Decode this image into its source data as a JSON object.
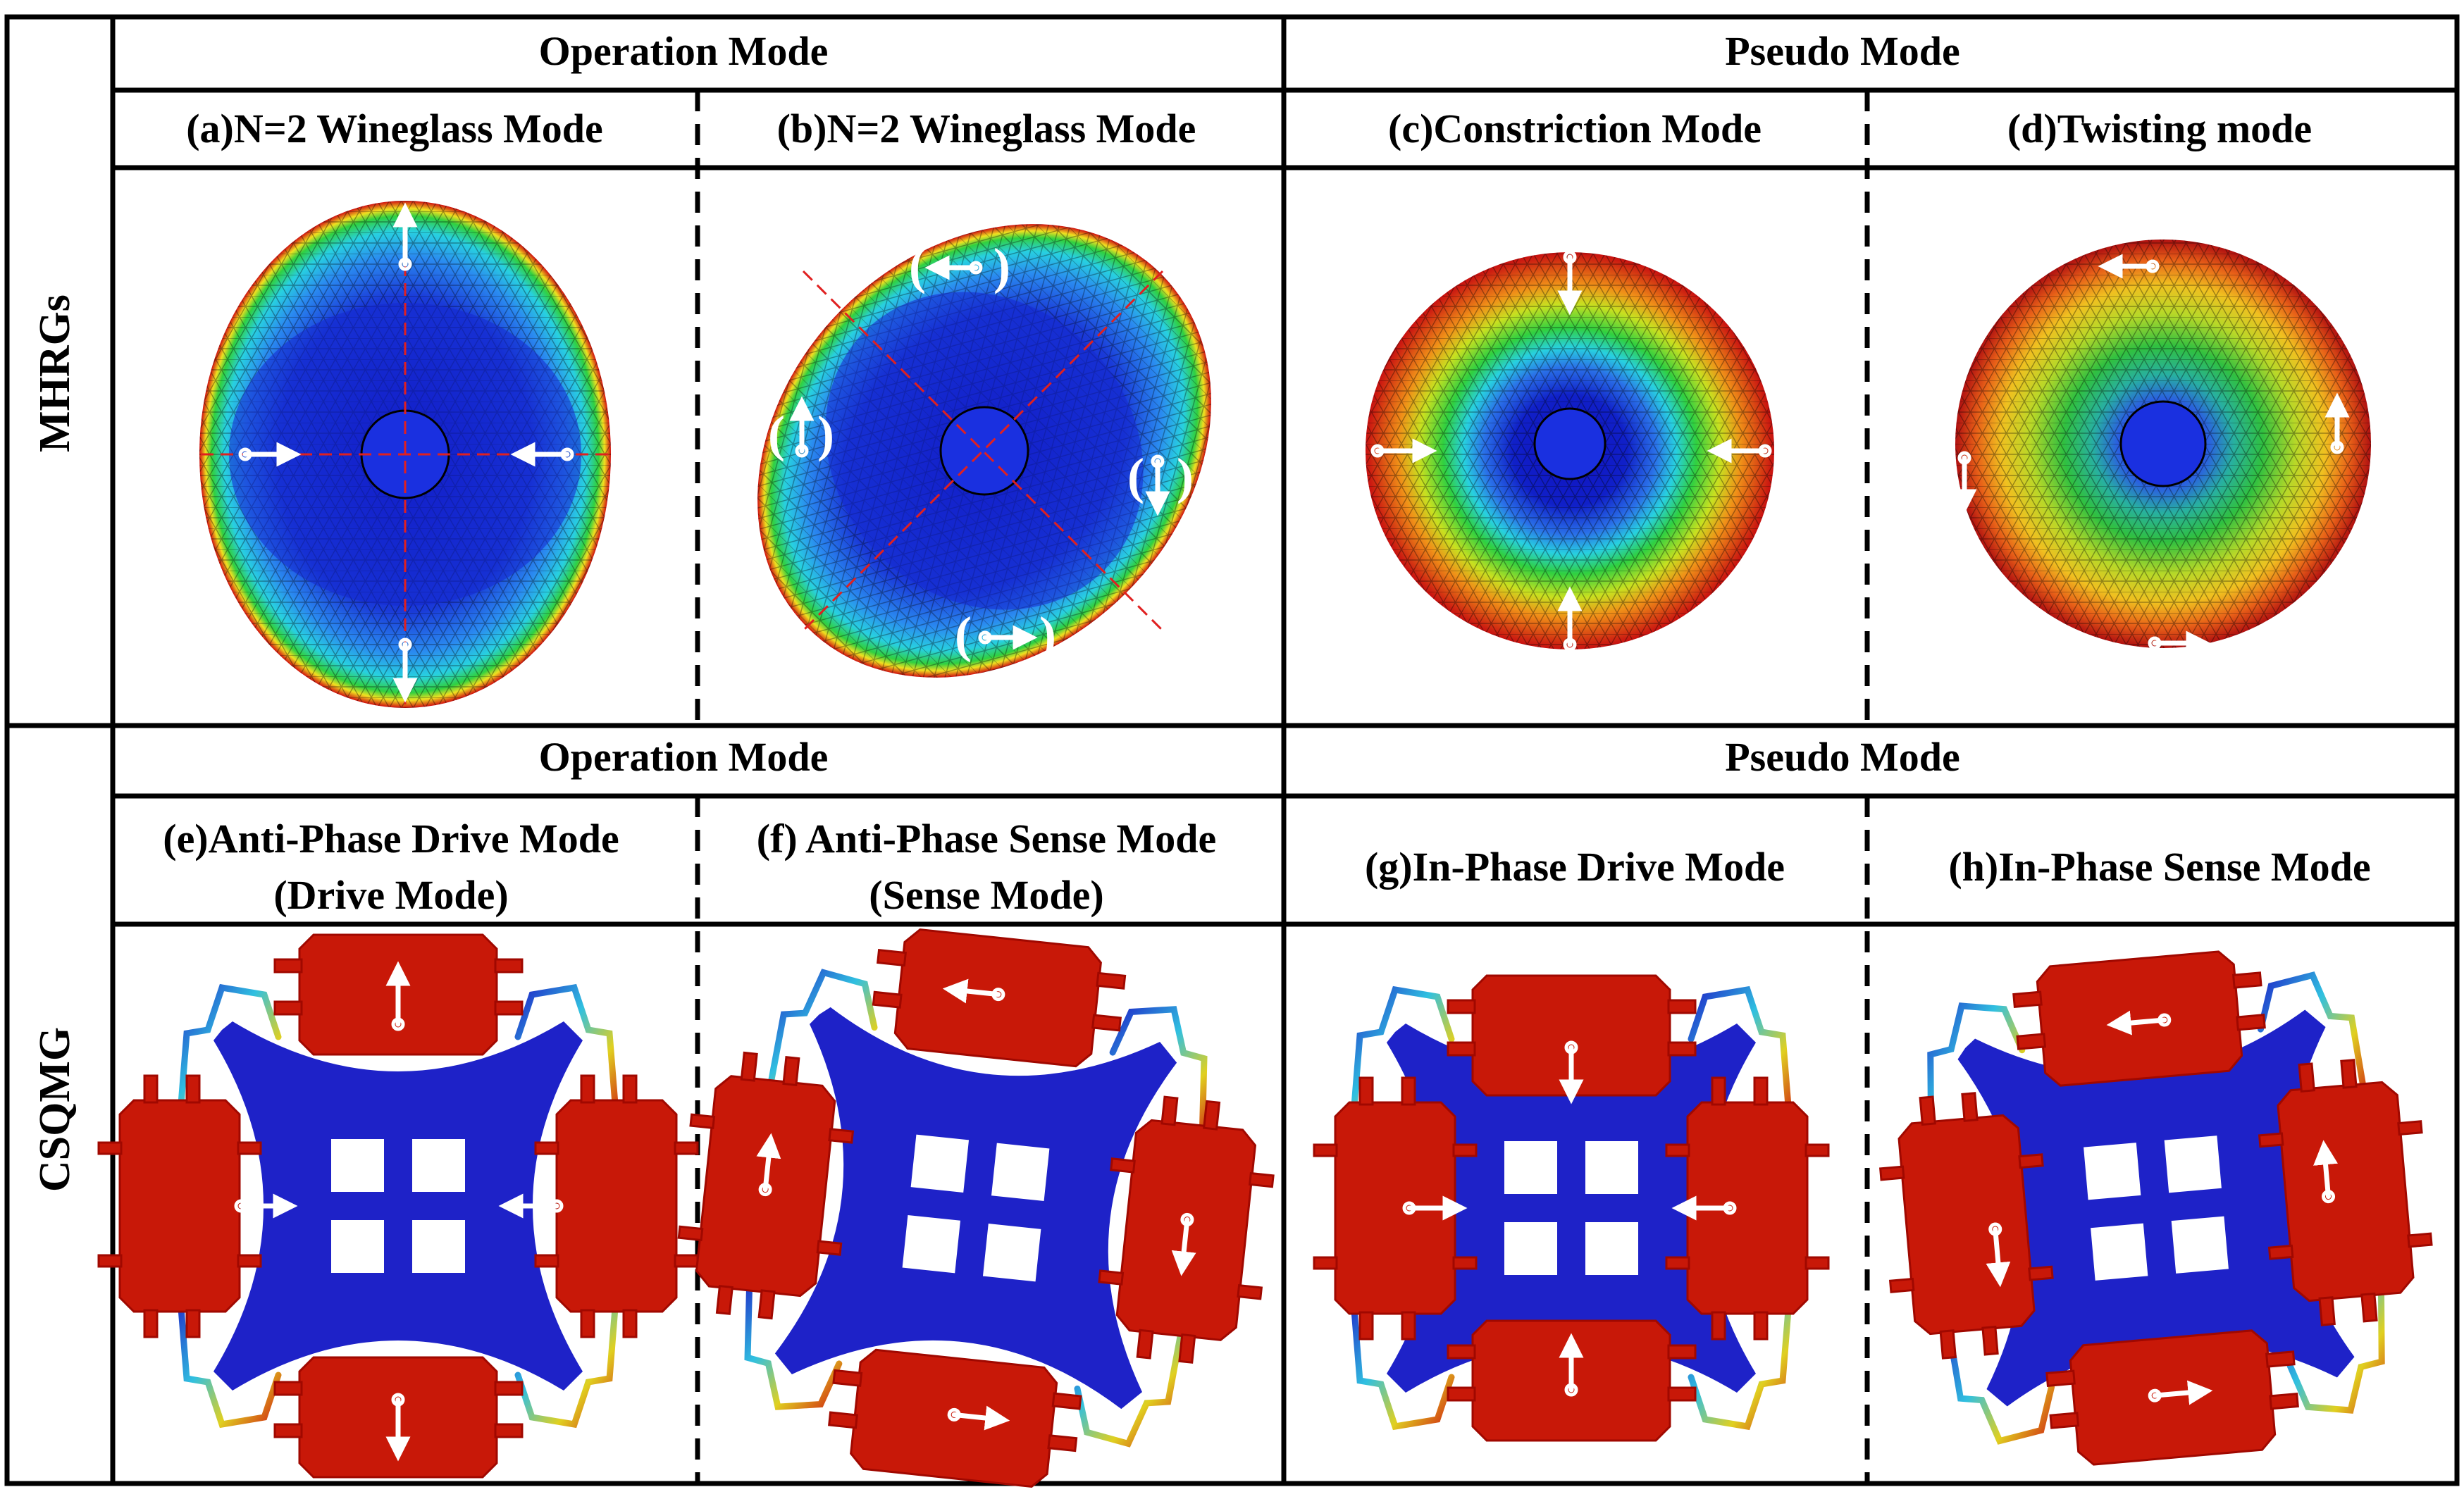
{
  "rows": [
    {
      "label": "MHRGs",
      "groups": [
        "Operation Mode",
        "Pseudo Mode"
      ],
      "panels": [
        {
          "title_lines": [
            "(a)N=2 Wineglass Mode"
          ]
        },
        {
          "title_lines": [
            "(b)N=2 Wineglass Mode"
          ]
        },
        {
          "title_lines": [
            "(c)Constriction Mode"
          ]
        },
        {
          "title_lines": [
            "(d)Twisting mode"
          ]
        }
      ]
    },
    {
      "label": "CSQMG",
      "groups": [
        "Operation Mode",
        "Pseudo Mode"
      ],
      "panels": [
        {
          "title_lines": [
            "(e)Anti-Phase Drive Mode",
            "(Drive Mode)"
          ]
        },
        {
          "title_lines": [
            "(f) Anti-Phase Sense Mode",
            "(Sense Mode)"
          ]
        },
        {
          "title_lines": [
            "(g)In-Phase Drive Mode"
          ]
        },
        {
          "title_lines": [
            "(h)In-Phase Sense Mode"
          ]
        }
      ]
    }
  ],
  "colors": {
    "colormap": [
      "#1010c8",
      "#2a6af0",
      "#28d0e0",
      "#30d040",
      "#f0e020",
      "#f07010",
      "#d01010"
    ],
    "proof_mass": "#c81808",
    "frame": "#1e22c8"
  },
  "icons": [
    "direction-arrow-icon"
  ]
}
